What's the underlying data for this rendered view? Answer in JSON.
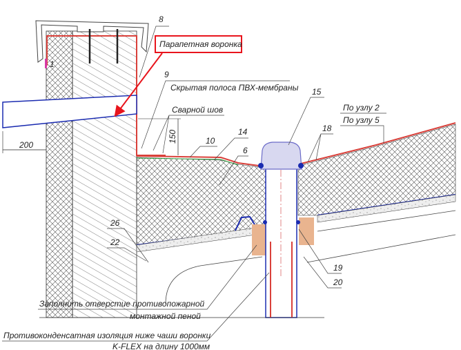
{
  "title_callout": "Парапетная воронка",
  "labels": {
    "hidden_strip": "Скрытая полоса ПВХ-мембраны",
    "weld_seam": "Сварной шов",
    "node2": "По узлу 2",
    "node5": "По узлу 5",
    "fill_hole_line1": "Заполнить  отверстие противопожарной",
    "fill_hole_line2": "монтажной пеной",
    "insulation_line1": "Противоконденсатная изоляция ниже чаши воронки",
    "insulation_line2": "K-FLEX на длину 1000мм"
  },
  "dimensions": {
    "overhang": "200",
    "upturn": "150"
  },
  "markers": {
    "m1": "1",
    "m8": "8",
    "m9": "9",
    "m10": "10",
    "m14": "14",
    "m6": "6",
    "m15": "15",
    "m18": "18",
    "m26": "26",
    "m22": "22",
    "m19": "19",
    "m20": "20"
  },
  "colors": {
    "callout": "#e8141c",
    "membrane": "#d9403a",
    "vapor": "#1a2bb0",
    "foam": "#e9b48f"
  }
}
